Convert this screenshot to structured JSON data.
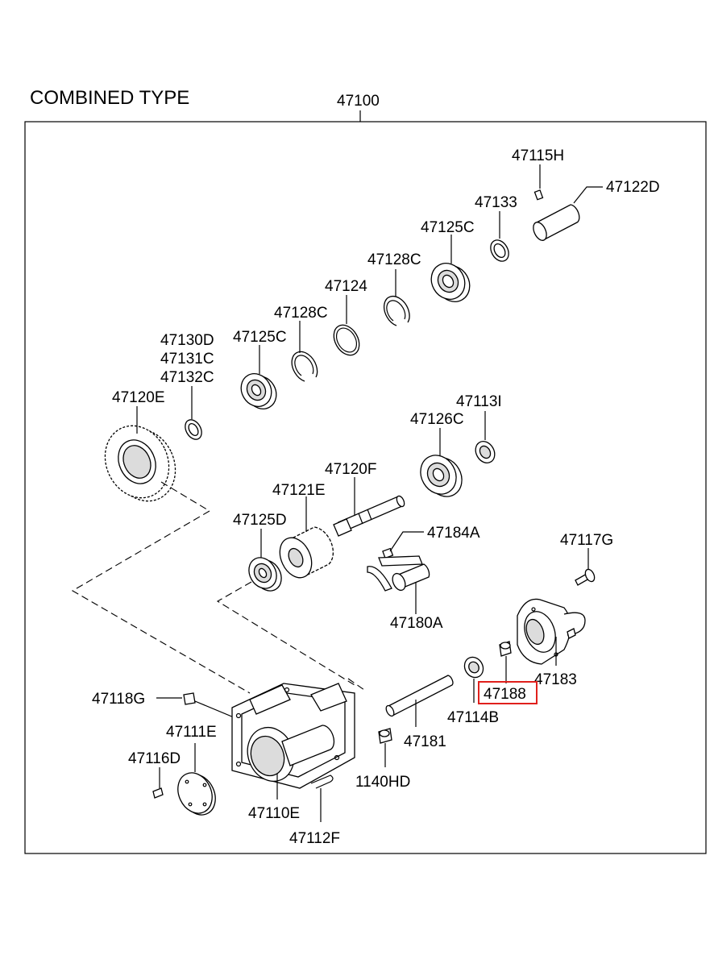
{
  "title": "COMBINED TYPE",
  "assembly_label": "47100",
  "highlight_color": "#e0201c",
  "parts": {
    "p47115H": "47115H",
    "p47122D": "47122D",
    "p47133": "47133",
    "p47125C_top": "47125C",
    "p47128C_top": "47128C",
    "p47124": "47124",
    "p47128C_mid": "47128C",
    "p47125C_mid": "47125C",
    "p47130D": "47130D",
    "p47131C": "47131C",
    "p47132C": "47132C",
    "p47120E": "47120E",
    "p47113I": "47113I",
    "p47126C": "47126C",
    "p47120F": "47120F",
    "p47121E": "47121E",
    "p47125D": "47125D",
    "p47184A": "47184A",
    "p47180A": "47180A",
    "p47117G": "47117G",
    "p47183": "47183",
    "p47188": "47188",
    "p47114B": "47114B",
    "p47181": "47181",
    "p47118G": "47118G",
    "p47111E": "47111E",
    "p47116D": "47116D",
    "p1140HD": "1140HD",
    "p47110E": "47110E",
    "p47112F": "47112F"
  }
}
